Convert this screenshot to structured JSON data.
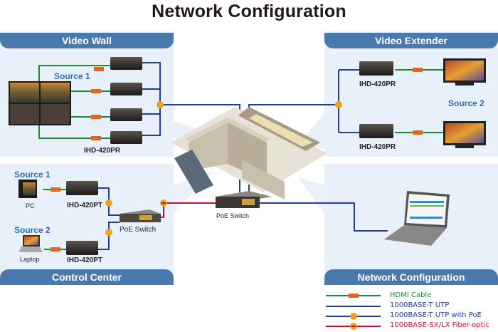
{
  "title": "Network Configuration",
  "panels": {
    "video_wall": {
      "header": "Video Wall",
      "source_label": "Source 1",
      "device_label": "IHD-420PR",
      "connector_hdmi": "HDMI",
      "connector_poe": "PoE"
    },
    "video_extender": {
      "header": "Video Extender",
      "source_label": "Source 2",
      "device_labels": [
        "IHD-420PR",
        "IHD-420PR"
      ],
      "connector_hdmi": "HDMI",
      "connector_poe": "PoE"
    },
    "control_center": {
      "header": "Control Center",
      "sources": [
        {
          "label": "Source 1",
          "device": "PC",
          "extender": "IHD-420PT"
        },
        {
          "label": "Source 2",
          "device": "Laptop",
          "extender": "IHD-420PT"
        }
      ],
      "switch_label": "PoE Switch",
      "connector_hdmi": "HDMI",
      "connector_poe": "PoE"
    },
    "network_configuration": {
      "header": "Network Configuration"
    }
  },
  "center": {
    "switch_label": "PoE Switch"
  },
  "legend": {
    "items": [
      {
        "label": "HDMI Cable",
        "color": "#1e8a3c",
        "marker": "HDMI"
      },
      {
        "label": "1000BASE-T UTP",
        "color": "#1f3f99",
        "marker": ""
      },
      {
        "label": "1000BASE-T UTP with PoE",
        "color": "#1f3f99",
        "marker": "PoE"
      },
      {
        "label": "1000BASE-SX/LX Fiber-optic",
        "color": "#c8102e",
        "marker": "fiber"
      }
    ]
  },
  "colors": {
    "hdmi": "#1e8a3c",
    "utp": "#1f3f99",
    "fiber": "#c8102e",
    "header_bg": "#4a7aad",
    "panel_bg": "#e8f0fa",
    "poe_badge": "#f0a020",
    "hdmi_badge": "#e8641e",
    "source_text": "#2e6eb0"
  }
}
